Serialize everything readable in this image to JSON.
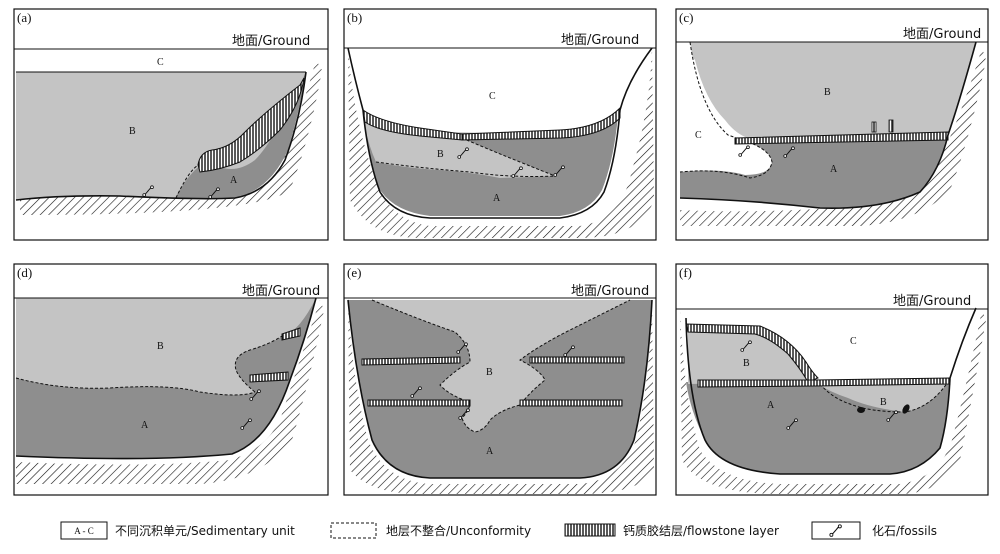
{
  "panels": [
    {
      "id": "a",
      "label": "(a)",
      "ground": "地面/Ground",
      "units": [
        "C",
        "B",
        "A"
      ]
    },
    {
      "id": "b",
      "label": "(b)",
      "ground": "地面/Ground",
      "units": [
        "C",
        "B",
        "A"
      ]
    },
    {
      "id": "c",
      "label": "(c)",
      "ground": "地面/Ground",
      "units": [
        "B",
        "C",
        "A"
      ]
    },
    {
      "id": "d",
      "label": "(d)",
      "ground": "地面/Ground",
      "units": [
        "B",
        "A"
      ]
    },
    {
      "id": "e",
      "label": "(e)",
      "ground": "地面/Ground",
      "units": [
        "B",
        "A"
      ]
    },
    {
      "id": "f",
      "label": "(f)",
      "ground": "地面/Ground",
      "units": [
        "C",
        "B",
        "A",
        "B"
      ]
    }
  ],
  "legend": {
    "unit_box": "A - C",
    "unit_text": "不同沉积单元/Sedimentary unit",
    "unconformity_text": "地层不整合/Unconformity",
    "flowstone_text": "钙质胶结层/flowstone layer",
    "fossil_text": "化石/fossils"
  },
  "colors": {
    "unit_a": "#8e8e8e",
    "unit_b": "#c4c4c4",
    "unit_c": "#ffffff",
    "outline": "#111111"
  }
}
